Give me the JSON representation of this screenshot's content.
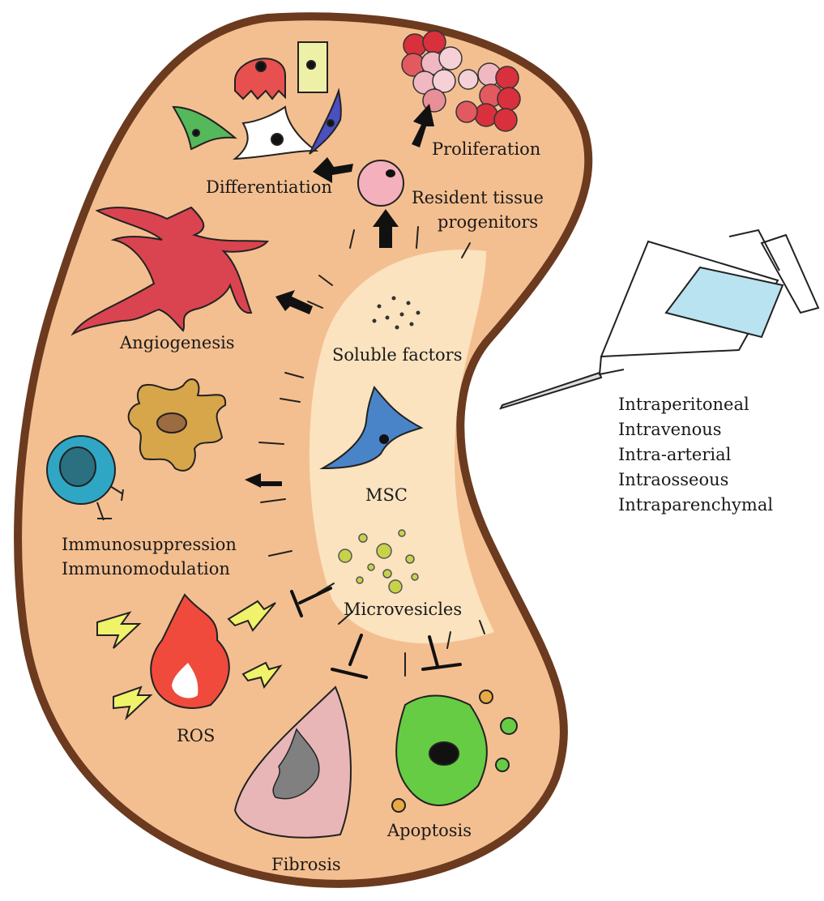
{
  "labels": {
    "proliferation": "Proliferation",
    "differentiation": "Differentiation",
    "resident_line1": "Resident tissue",
    "resident_line2": "progenitors",
    "angiogenesis": "Angiogenesis",
    "soluble_factors": "Soluble factors",
    "msc": "MSC",
    "immunosuppression": "Immunosuppression",
    "immunomodulation": "Immunomodulation",
    "microvesicles": "Microvesicles",
    "ros": "ROS",
    "fibrosis": "Fibrosis",
    "apoptosis": "Apoptosis"
  },
  "routes": [
    "Intraperitoneal",
    "Intravenous",
    "Intra-arterial",
    "Intraosseous",
    "Intraparenchymal"
  ],
  "colors": {
    "kidney_fill": "#f4bf90",
    "kidney_border": "#6b3a1f",
    "msc_zone": "#fbe3bf",
    "msc_cell": "#4a84c8",
    "vessel": "#d94450",
    "progenitor": "#f4b0bd",
    "proliferation_cells": "#d8303c",
    "immune_cell": "#2fa7c4",
    "dendritic_cell": "#d7a54a",
    "ros_flame": "#f04a3c",
    "lightning": "#f0f26a",
    "fibrosis_cone": "#e9b6b8",
    "apoptotic_cell": "#66cc44",
    "microvesicle": "#c7d24a",
    "syringe_fluid": "#b9e3f0"
  }
}
